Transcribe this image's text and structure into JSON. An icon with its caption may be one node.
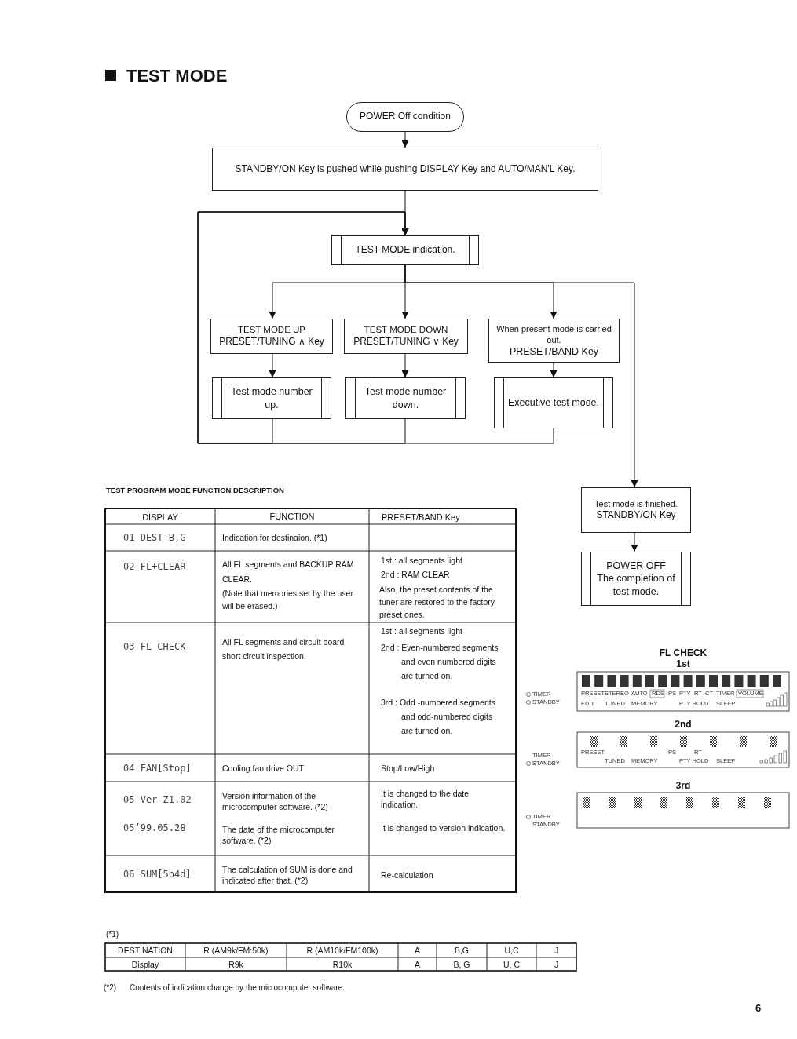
{
  "diagram": {
    "title": "TEST MODE",
    "nodes": [
      {
        "text": [
          "POWER Off condition"
        ]
      },
      {
        "text": [
          "STANDBY/ON Key is pushed while pushing DISPLAY Key and AUTO/MAN'L Key."
        ]
      },
      {
        "text": [
          "TEST MODE indication."
        ]
      },
      {
        "text": [
          "TEST MODE UP",
          "PRESET/TUNING ∧ Key"
        ]
      },
      {
        "text": [
          "TEST MODE DOWN",
          "PRESET/TUNING ∨ Key"
        ]
      },
      {
        "text": [
          "When present mode is carried out.",
          "PRESET/BAND Key"
        ]
      },
      {
        "text": [
          "Test mode number up."
        ]
      },
      {
        "text": [
          "Test mode number down."
        ]
      },
      {
        "text": [
          "Executive test mode."
        ]
      },
      {
        "text": [
          "Test mode is finished.",
          "STANDBY/ON Key"
        ]
      },
      {
        "text": [
          "POWER OFF",
          "The completion of test mode."
        ]
      }
    ],
    "edges": [
      {
        "from": 0,
        "to": 1,
        "arrow": "to"
      },
      {
        "from": 1,
        "to": 2,
        "arrow": "to"
      },
      {
        "from": 2,
        "to": 3,
        "arrow": "to"
      },
      {
        "from": 2,
        "to": 4,
        "arrow": "to"
      },
      {
        "from": 2,
        "to": 5,
        "arrow": "to"
      },
      {
        "from": 2,
        "to": 9,
        "arrow": "to"
      },
      {
        "from": 3,
        "to": 6,
        "arrow": "to"
      },
      {
        "from": 4,
        "to": 7,
        "arrow": "to"
      },
      {
        "from": 5,
        "to": 8,
        "arrow": "to"
      },
      {
        "from": 6,
        "to": 2,
        "arrow": "to"
      },
      {
        "from": 7,
        "to": 2,
        "arrow": "to"
      },
      {
        "from": 8,
        "to": 2,
        "arrow": "to"
      },
      {
        "from": 9,
        "to": 10,
        "arrow": "to"
      }
    ],
    "labels": [
      "TEST PROGRAM MODE FUNCTION DESCRIPTION",
      "DISPLAY",
      "FUNCTION",
      "PRESET/BAND Key",
      "01 DEST-B,G",
      "Indication for destinaion. (*1)",
      "02 FL+CLEAR",
      "All FL segments and BACKUP RAM CLEAR.",
      "(Note that memories set by the user will be erased.)",
      "1st : all segments light",
      "2nd : RAM CLEAR",
      "Also, the preset contents of the tuner are restored to the factory preset ones.",
      "03 FL CHECK",
      "All FL segments and circuit board short circuit inspection.",
      "1st : all segments light",
      "2nd : Even-numbered segments and even numbered digits are turned on.",
      "3rd : Odd -numbered segments and odd-numbered digits are turned on.",
      "04 FAN[Stop]",
      "Cooling fan drive OUT",
      "Stop/Low/High",
      "05 Ver-Z1.02",
      "Version information of the microcomputer software. (*2)",
      "It is changed to the date indication.",
      "05’99.05.28",
      "The date of the microcomputer software. (*2)",
      "It is changed to version indication.",
      "06 SUM[5b4d]",
      "The calculation of SUM is done and indicated after that. (*2)",
      "Re-calculation",
      "FL CHECK",
      "1st",
      "TIMER",
      "STANDBY",
      "PRESET",
      "STEREO",
      "AUTO",
      "RDS",
      "PS",
      "PTY",
      "RT",
      "CT",
      "TIMER",
      "VOLUME",
      "EDIT",
      "TUNED",
      "MEMORY",
      "PTY HOLD",
      "SLEEP",
      "2nd",
      "TIMER",
      "STANDBY",
      "PRESET",
      "PS",
      "RT",
      "TUNED",
      "MEMORY",
      "PTY HOLD",
      "SLEEP",
      "3rd",
      "TIMER",
      "STANDBY",
      "(*1)",
      "DESTINATION",
      "R (AM9k/FM:50k)",
      "R (AM10k/FM100k)",
      "A",
      "B,G",
      "U,C",
      "J",
      "Display",
      "R9k",
      "R10k",
      "A",
      "B, G",
      "U, C",
      "J",
      "(*2)",
      "Contents of indication change by the microcomputer software.",
      "6"
    ]
  }
}
